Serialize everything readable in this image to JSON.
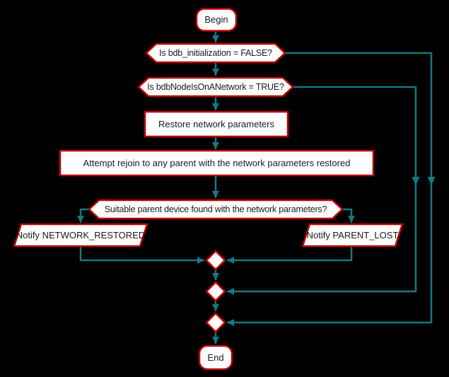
{
  "diagram": {
    "type": "activity-flowchart",
    "colors": {
      "background": "#000000",
      "node_fill": "#ffffff",
      "node_border": "#c00404",
      "edge": "#137a80",
      "text": "#1a1a1a"
    },
    "nodes": {
      "begin": {
        "label": "Begin",
        "shape": "rounded-start"
      },
      "decision_bdb_initialization": {
        "label": "Is bdb_initialization = FALSE?",
        "shape": "hexagon-decision"
      },
      "decision_node_on_network": {
        "label": "Is bdbNodeIsOnANetwork = TRUE?",
        "shape": "hexagon-decision"
      },
      "process_restore": {
        "label": "Restore network parameters",
        "shape": "rectangle-process"
      },
      "process_attempt_rejoin": {
        "label": "Attempt rejoin to any parent with the network parameters restored",
        "shape": "rectangle-process"
      },
      "decision_suitable_parent": {
        "label": "Suitable parent device found with the network parameters?",
        "shape": "hexagon-decision"
      },
      "output_network_restored": {
        "label": "Notify NETWORK_RESTORED",
        "shape": "parallelogram-io"
      },
      "output_parent_lost": {
        "label": "Notify PARENT_LOST",
        "shape": "parallelogram-io"
      },
      "merge_1": {
        "label": "",
        "shape": "diamond-merge"
      },
      "merge_2": {
        "label": "",
        "shape": "diamond-merge"
      },
      "merge_3": {
        "label": "",
        "shape": "diamond-merge"
      },
      "end": {
        "label": "End",
        "shape": "rounded-end"
      }
    },
    "edges": [
      {
        "from": "begin",
        "to": "decision_bdb_initialization"
      },
      {
        "from": "decision_bdb_initialization",
        "to": "decision_node_on_network",
        "branch": "down"
      },
      {
        "from": "decision_bdb_initialization",
        "to": "merge_3",
        "branch": "right-bypass"
      },
      {
        "from": "decision_node_on_network",
        "to": "process_restore",
        "branch": "down"
      },
      {
        "from": "decision_node_on_network",
        "to": "merge_2",
        "branch": "right-bypass"
      },
      {
        "from": "process_restore",
        "to": "process_attempt_rejoin"
      },
      {
        "from": "process_attempt_rejoin",
        "to": "decision_suitable_parent"
      },
      {
        "from": "decision_suitable_parent",
        "to": "output_network_restored",
        "branch": "left"
      },
      {
        "from": "decision_suitable_parent",
        "to": "output_parent_lost",
        "branch": "right"
      },
      {
        "from": "output_network_restored",
        "to": "merge_1"
      },
      {
        "from": "output_parent_lost",
        "to": "merge_1"
      },
      {
        "from": "merge_1",
        "to": "merge_2"
      },
      {
        "from": "merge_2",
        "to": "merge_3"
      },
      {
        "from": "merge_3",
        "to": "end"
      }
    ]
  }
}
